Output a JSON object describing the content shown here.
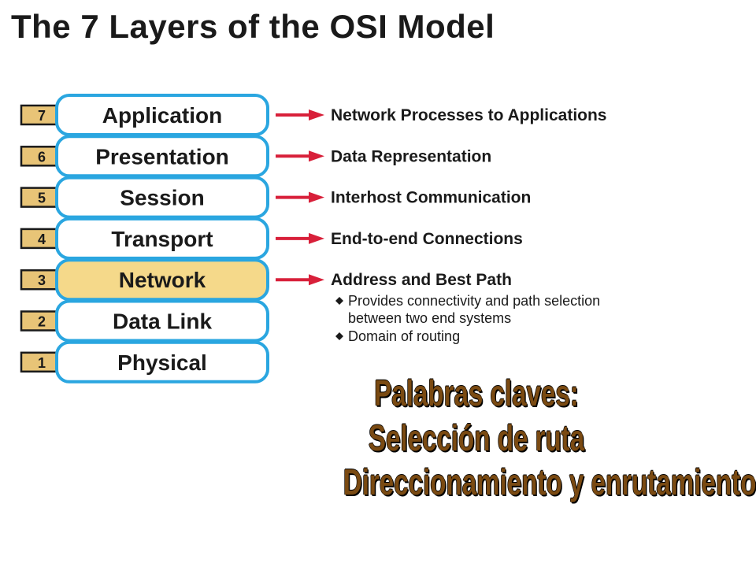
{
  "title": "The 7 Layers of the OSI Model",
  "layers": [
    {
      "number": "7",
      "name": "Application",
      "description": "Network Processes to Applications",
      "highlight": false
    },
    {
      "number": "6",
      "name": "Presentation",
      "description": "Data Representation",
      "highlight": false
    },
    {
      "number": "5",
      "name": "Session",
      "description": "Interhost Communication",
      "highlight": false
    },
    {
      "number": "4",
      "name": "Transport",
      "description": "End-to-end Connections",
      "highlight": false
    },
    {
      "number": "3",
      "name": "Network",
      "description": "Address and Best Path",
      "highlight": true
    },
    {
      "number": "2",
      "name": "Data Link",
      "description": "",
      "highlight": false
    },
    {
      "number": "1",
      "name": "Physical",
      "description": "",
      "highlight": false
    }
  ],
  "network_bullets": [
    "Provides connectivity and path selection",
    "between two end systems",
    "Domain of routing"
  ],
  "keywords": {
    "title": "Palabras claves:",
    "items": [
      "Selección de ruta",
      "Direccionamiento y enrutamiento"
    ]
  },
  "colors": {
    "box_border": "#2aa6e0",
    "highlight_fill": "#f5d98a",
    "number_fill": "#e8c477",
    "arrow": "#d8203a",
    "keyword_text": "#7a4a12"
  }
}
